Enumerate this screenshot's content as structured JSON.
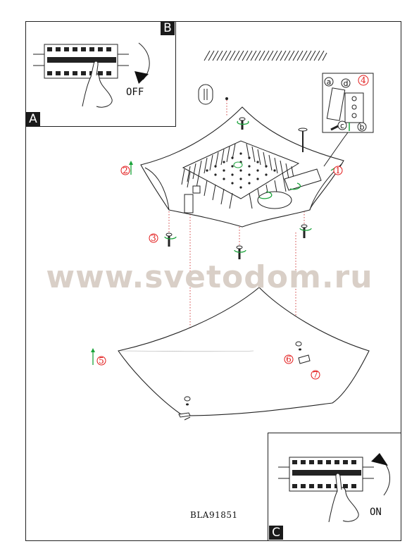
{
  "document": {
    "model_code": "BLA91851",
    "watermark": "www.svetodom.ru"
  },
  "panels": {
    "a": {
      "tag": "A"
    },
    "b": {
      "tag": "B",
      "label": "OFF"
    },
    "c": {
      "tag": "C",
      "label": "ON"
    }
  },
  "steps": [
    "1",
    "2",
    "3",
    "4",
    "5",
    "6",
    "7"
  ],
  "detail_letters": [
    "a",
    "d",
    "c",
    "b"
  ],
  "colors": {
    "step_number": "#e21b1b",
    "arrow": "#1aa33a",
    "line": "#222222",
    "guide": "#d04040"
  }
}
